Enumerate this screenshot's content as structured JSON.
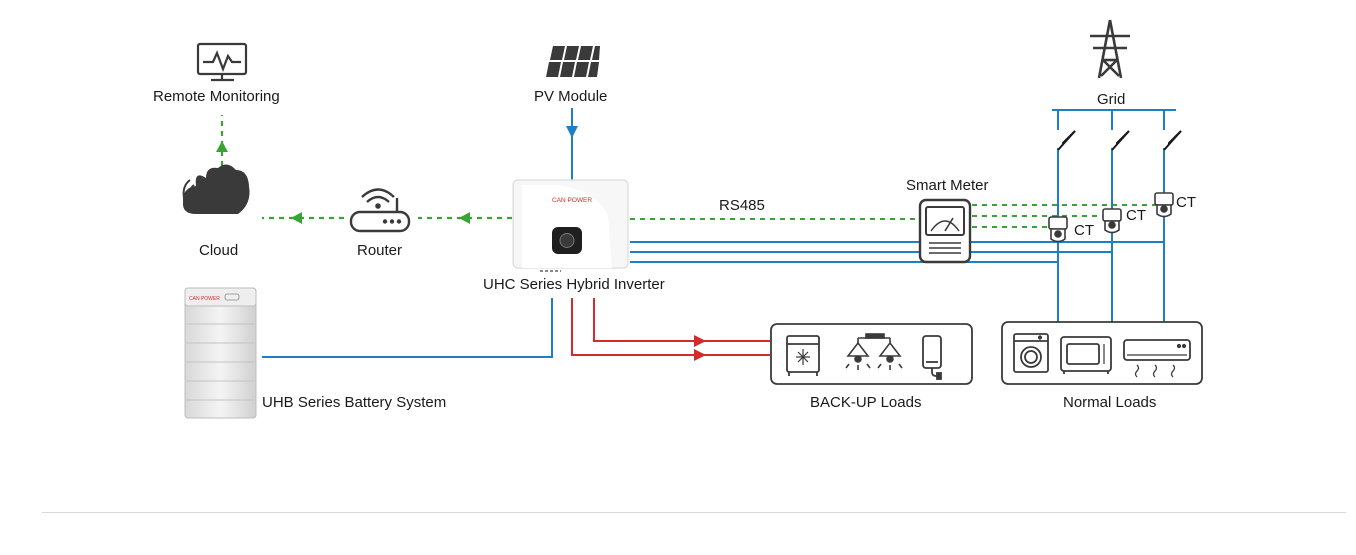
{
  "labels": {
    "remote_monitoring": "Remote Monitoring",
    "pv_module": "PV Module",
    "grid": "Grid",
    "cloud": "Cloud",
    "router": "Router",
    "inverter": "UHC Series Hybrid Inverter",
    "rs485": "RS485",
    "smart_meter": "Smart Meter",
    "ct": "CT",
    "battery": "UHB Series Battery System",
    "backup_loads": "BACK-UP Loads",
    "normal_loads": "Normal Loads",
    "brand": "CAN POWER"
  },
  "colors": {
    "dc_line": "#1f7fc4",
    "ac_backup_line": "#d62a2a",
    "comm_line": "#3aa335",
    "icon_dark": "#3a3a3a"
  }
}
